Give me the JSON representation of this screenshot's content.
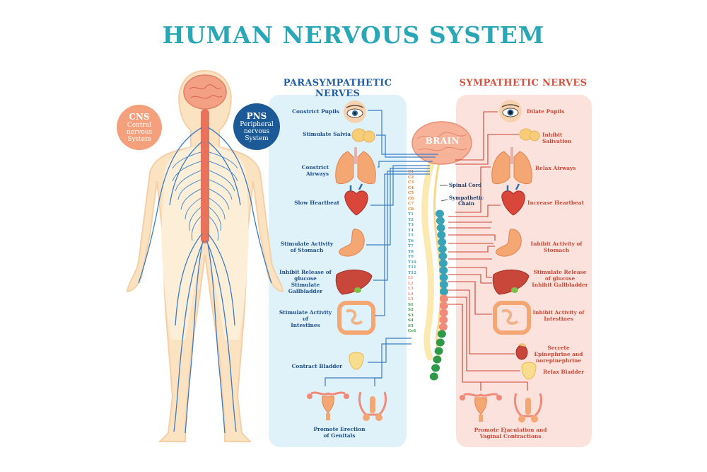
{
  "title": "HUMAN NERVOUS SYSTEM",
  "cns": {
    "abbr": "CNS",
    "line1": "Central",
    "line2": "nervous",
    "line3": "System"
  },
  "pns": {
    "abbr": "PNS",
    "line1": "Peripheral",
    "line2": "nervous",
    "line3": "System"
  },
  "parasympathetic": {
    "heading": "PARASYMPATHETIC NERVES",
    "labels": [
      [
        "Constrict Pupils"
      ],
      [
        "Stimulate Salvia"
      ],
      [
        "Constrict Airways"
      ],
      [
        "Slow Heartbeat"
      ],
      [
        "Stimulate Activity",
        "of Stomach"
      ],
      [
        "Inhibit Release of",
        "glucose",
        "Stimulate Gallbladder"
      ],
      [
        "Stimulate Activity of",
        "Intestines"
      ],
      [
        "Contract Bladder"
      ],
      [
        "Promote Erection",
        "of Genitals"
      ]
    ]
  },
  "sympathetic": {
    "heading": "SYMPATHETIC NERVES",
    "labels": [
      [
        "Dilate Pupils"
      ],
      [
        "Inhibit Salivation"
      ],
      [
        "Relax Airways"
      ],
      [
        "Increase Heartbeat"
      ],
      [
        "Inhibit Activity of",
        "Stomach"
      ],
      [
        "Stimulate Release",
        "of glucose",
        "Inhibit Gallbladder"
      ],
      [
        "Inhibit Activity of",
        "Intestines"
      ],
      [
        "Secrete",
        "Epinephrine and",
        "norepinephrine"
      ],
      [
        "Relax Bladder"
      ],
      [
        "Promote Ejaculation and",
        "Vaginal Contractions"
      ]
    ]
  },
  "brain_label": "BRAIN",
  "spinal_cord_label": "Spinal Cord",
  "sympathetic_chain_label": [
    "Sympathetic",
    "Chain"
  ],
  "vertebrae": {
    "cervical": [
      "C1",
      "C2",
      "C3",
      "C4",
      "C5",
      "C6",
      "C7",
      "C8"
    ],
    "thoracic": [
      "T1",
      "T2",
      "T3",
      "T4",
      "T5",
      "T6",
      "T7",
      "T8",
      "T9",
      "T10",
      "T11",
      "T12"
    ],
    "lumbar": [
      "L1",
      "L2",
      "L3",
      "L4",
      "L5"
    ],
    "sacral": [
      "S1",
      "S2",
      "S3",
      "S4",
      "S5",
      "Co1"
    ]
  },
  "colors": {
    "title": "#2aa7b6",
    "para_text": "#1f5fa6",
    "symp_text": "#d4503d",
    "para_panel": "#dff2fa",
    "symp_panel": "#fbe2dd",
    "cns_circle": "#f4a07c",
    "pns_circle": "#1b5a96",
    "nerve_blue": "#3b7cc4",
    "nerve_red": "#c9432f",
    "cervical": "#e07b2a",
    "thoracic": "#3aa3b8",
    "lumbar": "#f08b7a",
    "sacral": "#2e9a48"
  }
}
